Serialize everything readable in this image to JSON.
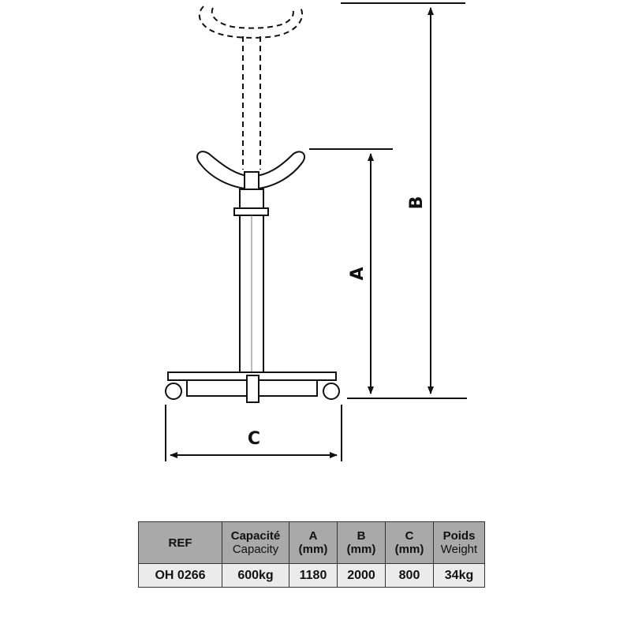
{
  "diagram": {
    "dimension_labels": {
      "a": "A",
      "b": "B",
      "c": "C"
    }
  },
  "spec_table": {
    "headers": {
      "ref": "REF",
      "capacity_fr": "Capacité",
      "capacity_en": "Capacity",
      "a_top": "A",
      "a_bottom": "(mm)",
      "b_top": "B",
      "b_bottom": "(mm)",
      "c_top": "C",
      "c_bottom": "(mm)",
      "weight_fr": "Poids",
      "weight_en": "Weight"
    },
    "row": {
      "ref": "OH 0266",
      "capacity": "600kg",
      "a": "1180",
      "b": "2000",
      "c": "800",
      "weight": "34kg"
    }
  }
}
